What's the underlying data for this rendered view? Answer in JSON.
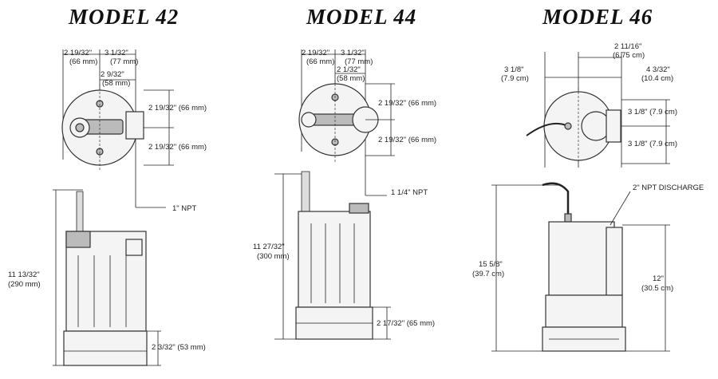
{
  "models": [
    {
      "title": "MODEL 42",
      "top_view": {
        "dim_left": "2 19/32\"",
        "dim_left_mm": "(66 mm)",
        "dim_right": "3 1/32\"",
        "dim_right_mm": "(77 mm)",
        "dim_center": "2 9/32\"",
        "dim_center_mm": "(58 mm)",
        "dim_side_upper": "2 19/32\" (66 mm)",
        "dim_side_lower": "2 19/32\" (66 mm)",
        "connection": "1\" NPT"
      },
      "side_view": {
        "height": "11 13/32\"",
        "height_mm": "(290 mm)",
        "base": "2 3/32\" (53 mm)"
      }
    },
    {
      "title": "MODEL 44",
      "top_view": {
        "dim_left": "2 19/32\"",
        "dim_left_mm": "(66 mm)",
        "dim_right": "3 1/32\"",
        "dim_right_mm": "(77 mm)",
        "dim_center": "2 1/32\"",
        "dim_center_mm": "(58 mm)",
        "dim_side_upper": "2 19/32\" (66 mm)",
        "dim_side_lower": "2 19/32\" (66 mm)",
        "connection": "1 1/4\" NPT"
      },
      "side_view": {
        "height": "11 27/32\"",
        "height_mm": "(300 mm)",
        "base": "2 17/32\" (65 mm)"
      }
    },
    {
      "title": "MODEL 46",
      "top_view": {
        "dim_top": "2 11/16\"",
        "dim_top_cm": "(6.75 cm)",
        "dim_left": "3 1/8\"",
        "dim_left_cm": "(7.9 cm)",
        "dim_right": "4 3/32\"",
        "dim_right_cm": "(10.4 cm)",
        "dim_side_upper": "3 1/8\" (7.9 cm)",
        "dim_side_lower": "3 1/8\" (7.9 cm)"
      },
      "side_view": {
        "discharge": "2\" NPT DISCHARGE",
        "height": "15 5/8\"",
        "height_cm": "(39.7 cm)",
        "partial": "12\"",
        "partial_cm": "(30.5 cm)"
      }
    }
  ]
}
